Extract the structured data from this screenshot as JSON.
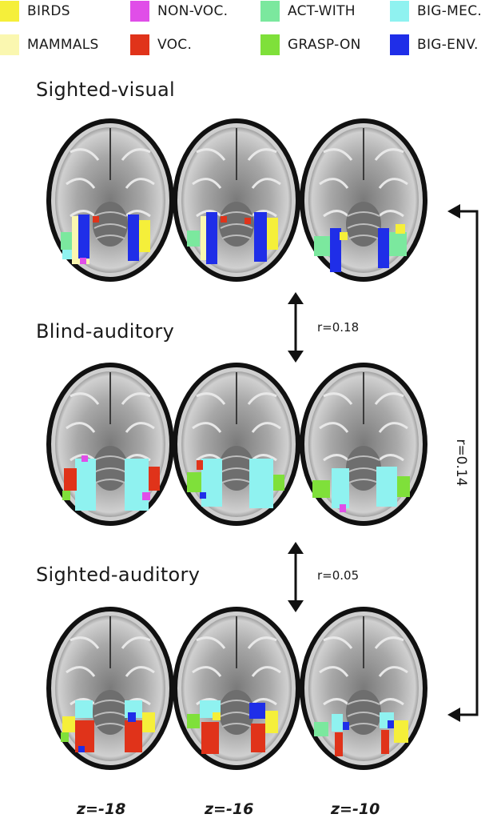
{
  "legend": [
    {
      "label": "BIRDS",
      "color": "#f5ef3a"
    },
    {
      "label": "NON-VOC.",
      "color": "#e04ee8"
    },
    {
      "label": "ACT-WITH",
      "color": "#7be89e"
    },
    {
      "label": "BIG-MEC.",
      "color": "#8ff2f0"
    },
    {
      "label": "MAMMALS",
      "color": "#faf7b0"
    },
    {
      "label": "VOC.",
      "color": "#e0331a"
    },
    {
      "label": "GRASP-ON",
      "color": "#7fe03a"
    },
    {
      "label": "BIG-ENV.",
      "color": "#1f2ee8"
    }
  ],
  "rows": [
    {
      "title": "Sighted-visual"
    },
    {
      "title": "Blind-auditory"
    },
    {
      "title": "Sighted-auditory"
    }
  ],
  "correlations": {
    "sv_ba": "r=0.18",
    "ba_sa": "r=0.05",
    "sv_sa": "r=0.14"
  },
  "slices": [
    "z=-18",
    "z=-16",
    "z=-10"
  ]
}
